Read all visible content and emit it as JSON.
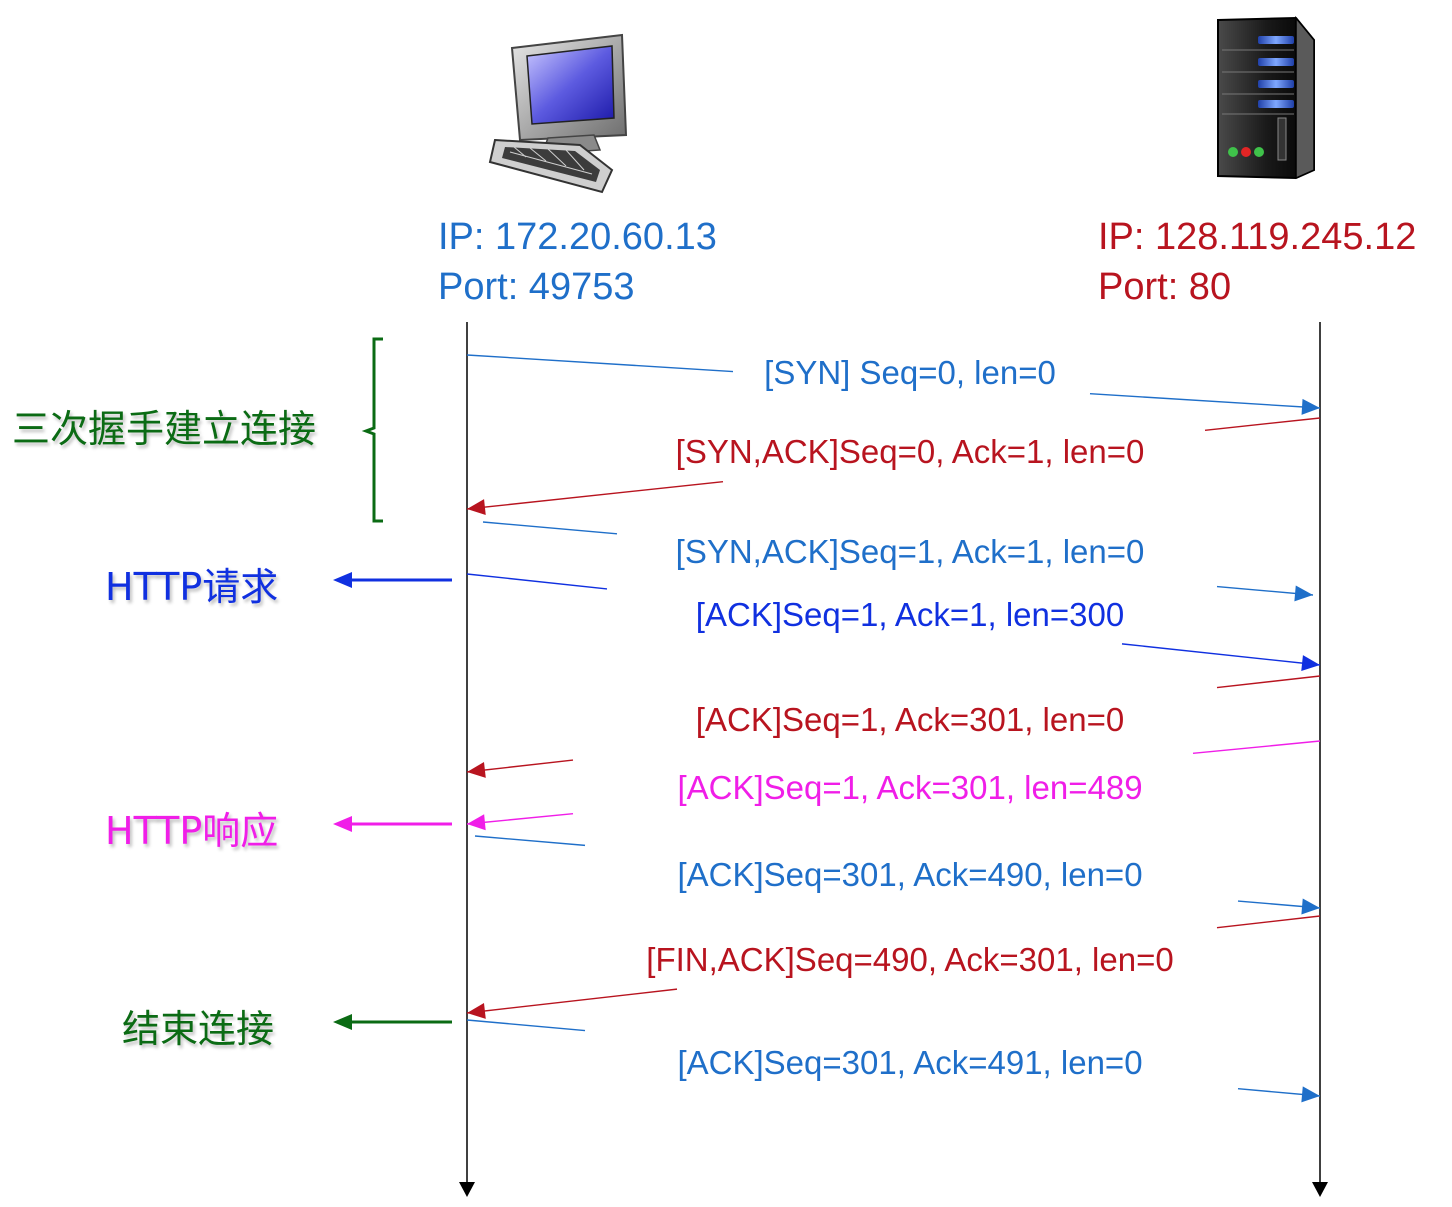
{
  "colors": {
    "client_blue": "#1f6fc9",
    "server_red": "#b8141f",
    "http_request_blue": "#1030e0",
    "http_response_magenta": "#f01ee8",
    "group_green": "#0b6b14",
    "lifeline": "#000000"
  },
  "client": {
    "icon": "desktop-computer-icon",
    "ip": "IP: 172.20.60.13",
    "port": "Port: 49753"
  },
  "server": {
    "icon": "server-tower-icon",
    "ip": "IP: 128.119.245.12",
    "port": "Port: 80"
  },
  "side_labels": {
    "handshake": "三次握手建立连接",
    "http_request": "HTTP请求",
    "http_response": "HTTP响应",
    "close": "结束连接"
  },
  "messages": [
    {
      "text": "[SYN] Seq=0, len=0",
      "direction": "client-to-server",
      "color": "#1f6fc9"
    },
    {
      "text": "[SYN,ACK]Seq=0, Ack=1, len=0",
      "direction": "server-to-client",
      "color": "#b8141f"
    },
    {
      "text": "[SYN,ACK]Seq=1, Ack=1, len=0",
      "direction": "client-to-server",
      "color": "#1f6fc9"
    },
    {
      "text": "[ACK]Seq=1, Ack=1, len=300",
      "direction": "client-to-server",
      "color": "#1030e0"
    },
    {
      "text": "[ACK]Seq=1, Ack=301, len=0",
      "direction": "server-to-client",
      "color": "#b8141f"
    },
    {
      "text": "[ACK]Seq=1, Ack=301, len=489",
      "direction": "server-to-client",
      "color": "#f01ee8"
    },
    {
      "text": "[ACK]Seq=301, Ack=490, len=0",
      "direction": "client-to-server",
      "color": "#1f6fc9"
    },
    {
      "text": "[FIN,ACK]Seq=490, Ack=301, len=0",
      "direction": "server-to-client",
      "color": "#b8141f"
    },
    {
      "text": "[ACK]Seq=301, Ack=491, len=0",
      "direction": "client-to-server",
      "color": "#1f6fc9"
    }
  ]
}
